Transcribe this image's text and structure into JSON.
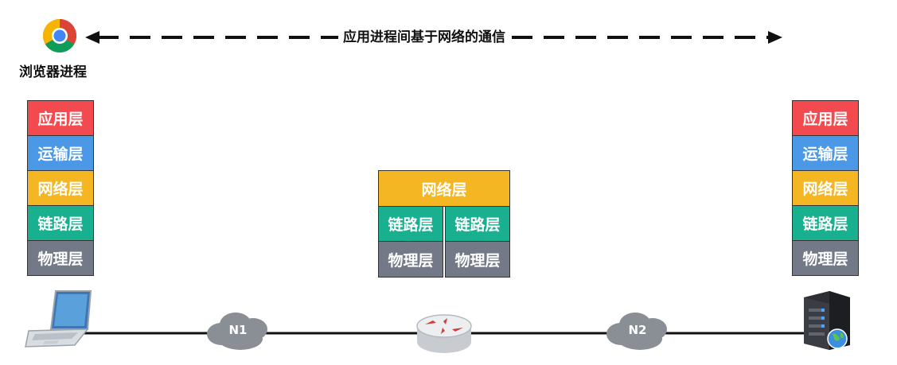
{
  "browser": {
    "label": "浏览器进程",
    "icon": "chrome-icon"
  },
  "communication": {
    "label": "应用进程间基于网络的通信"
  },
  "colors": {
    "application": "#f34a4f",
    "transport": "#4a98e6",
    "network": "#f4b623",
    "link": "#19b090",
    "physical": "#737986"
  },
  "left_stack": [
    "应用层",
    "运输层",
    "网络层",
    "链路层",
    "物理层"
  ],
  "right_stack": [
    "应用层",
    "运输层",
    "网络层",
    "链路层",
    "物理层"
  ],
  "router_stack": {
    "network": "网络层",
    "links": [
      "链路层",
      "链路层"
    ],
    "physicals": [
      "物理层",
      "物理层"
    ]
  },
  "clouds": [
    "N1",
    "N2"
  ],
  "devices": [
    "laptop-icon",
    "router-icon",
    "server-icon"
  ]
}
